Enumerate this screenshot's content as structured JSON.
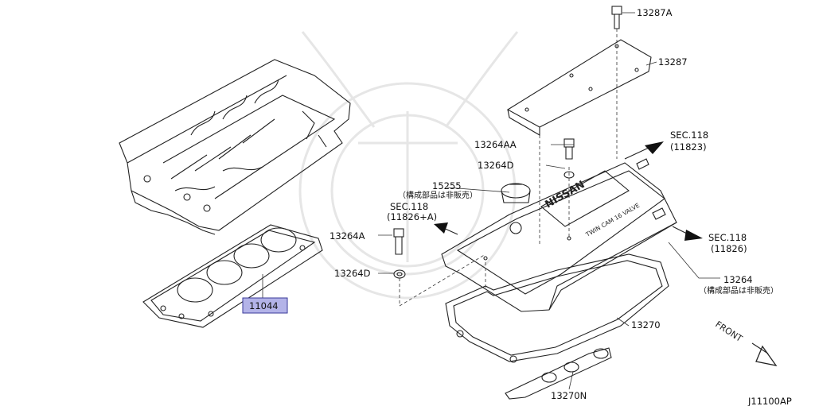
{
  "callouts": {
    "p13287a": "13287A",
    "p13287": "13287",
    "sec118_top": "SEC.118",
    "sec118_top_sub": "(11823)",
    "p13264aa": "13264AA",
    "p13264d_top": "13264D",
    "p15255": "15255",
    "p15255_note": "（構成部品は非販売）",
    "sec118_left": "SEC.118",
    "sec118_left_sub": "(11826+A)",
    "p13264a": "13264A",
    "p13264d_left": "13264D",
    "p11044": "11044",
    "sec118_right": "SEC.118",
    "sec118_right_sub": "(11826)",
    "p13264": "13264",
    "p13264_note": "（構成部品は非販売）",
    "p13270": "13270",
    "p13270n": "13270N",
    "front": "FRONT",
    "diagram_code": "J11100AP"
  },
  "cover_marking": {
    "brand": "NISSAN",
    "engine_text": "TWIN CAM 16 VALVE"
  },
  "colors": {
    "highlight": "#b3b3e8",
    "highlight_border": "#3a3a9a",
    "line": "#222222",
    "watermark": "#e6e6e6"
  }
}
